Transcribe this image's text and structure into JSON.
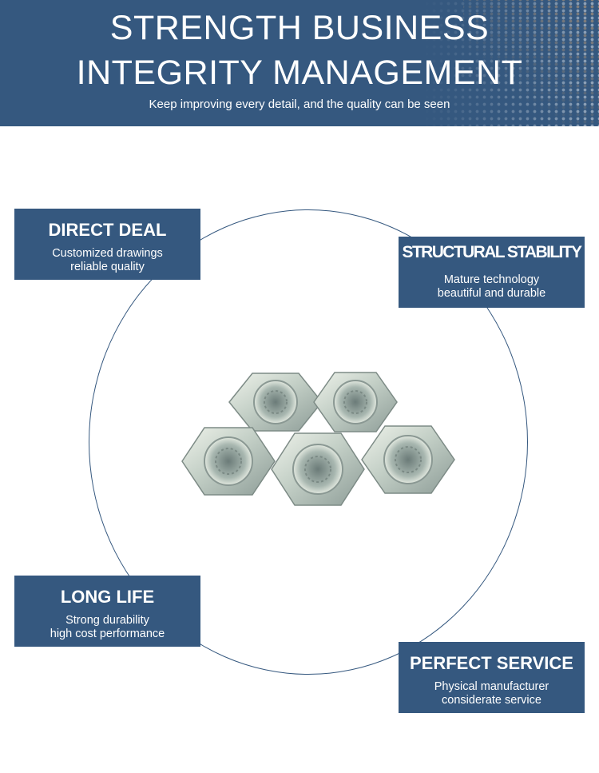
{
  "banner": {
    "headline_line1": "STRENGTH BUSINESS",
    "headline_line2": "INTEGRITY MANAGEMENT",
    "tagline": "Keep improving every detail, and the quality can be seen",
    "color": "#35587f"
  },
  "features": {
    "direct_deal": {
      "title": "DIRECT DEAL",
      "line1": "Customized drawings",
      "line2": "reliable quality"
    },
    "structural_stability": {
      "title": "STRUCTURAL STABILITY",
      "line1": "Mature technology",
      "line2": "beautiful and durable"
    },
    "long_life": {
      "title": "LONG LIFE",
      "line1": "Strong durability",
      "line2": "high cost performance"
    },
    "perfect_service": {
      "title": "PERFECT SERVICE",
      "line1": "Physical manufacturer",
      "line2": "considerate service"
    }
  },
  "product_image": {
    "subject": "hex-weld-nuts",
    "count": 5,
    "finish_color": "#c7d2c8"
  }
}
